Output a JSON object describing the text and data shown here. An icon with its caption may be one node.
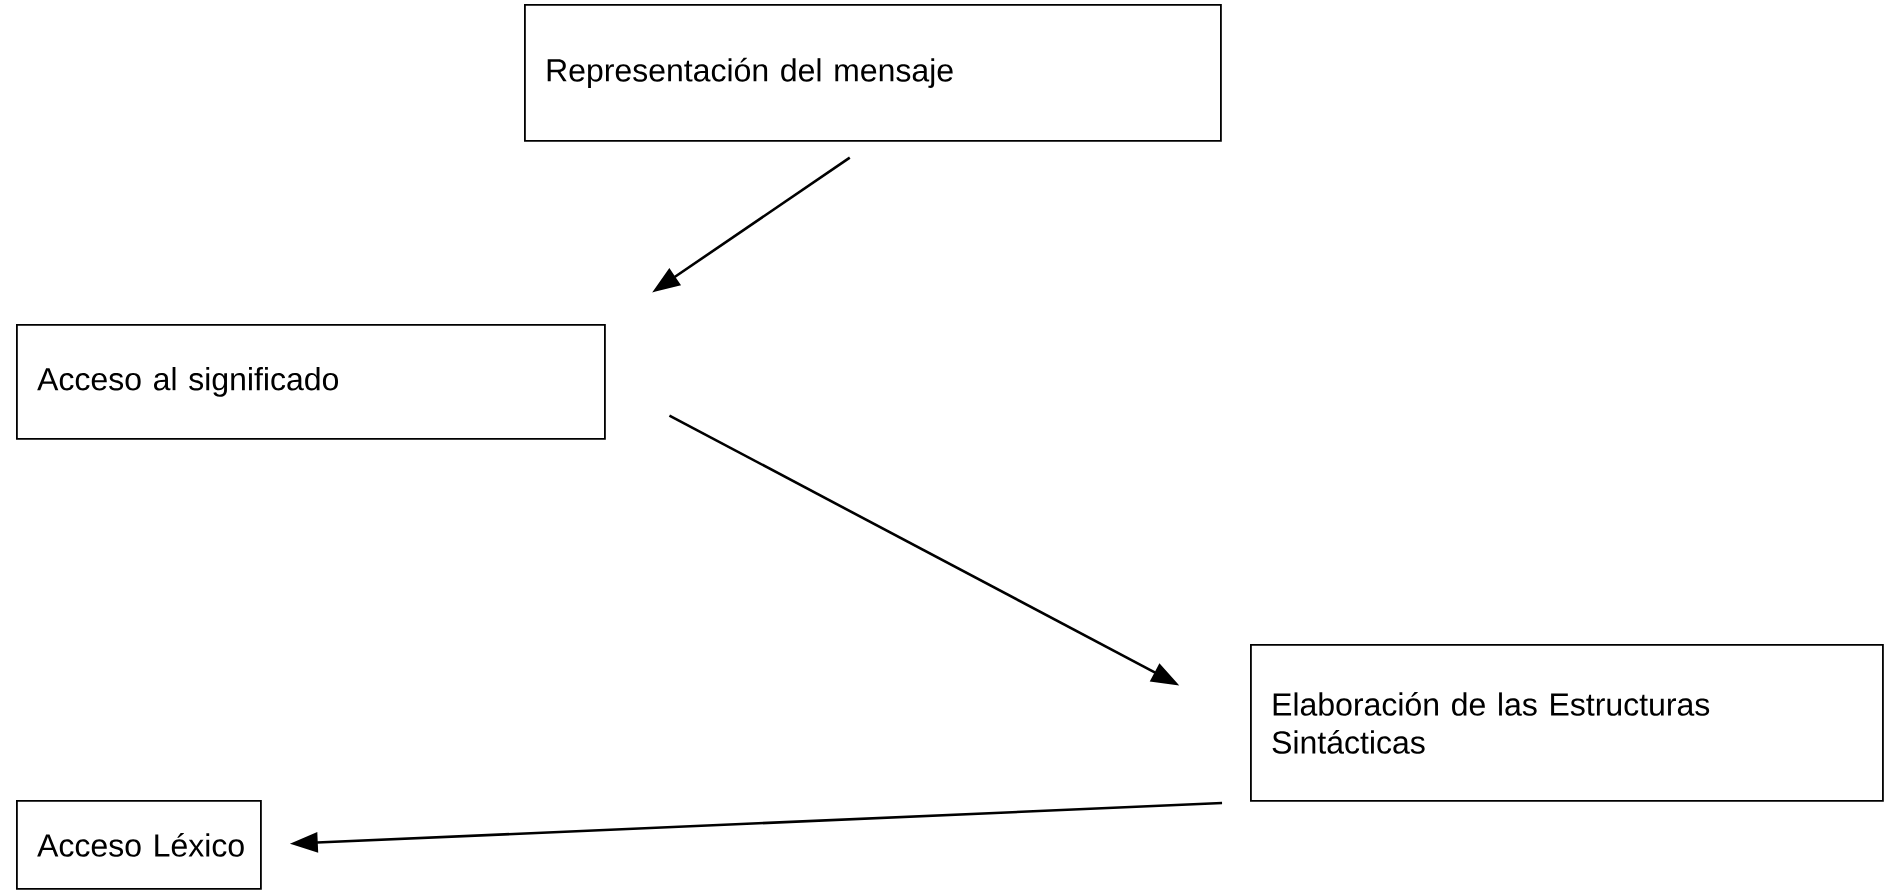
{
  "diagram": {
    "nodes": [
      {
        "text": [
          "Representación del mensaje"
        ]
      },
      {
        "text": [
          "Acceso al significado"
        ]
      },
      {
        "text": [
          "Elaboración de las Estructuras Sintácticas"
        ]
      },
      {
        "text": [
          "Acceso Léxico"
        ]
      }
    ],
    "edges": [
      {
        "from": 0,
        "to": 1,
        "arrow": "to"
      },
      {
        "from": 1,
        "to": 2,
        "arrow": "to"
      },
      {
        "from": 2,
        "to": 3,
        "arrow": "to"
      }
    ]
  }
}
